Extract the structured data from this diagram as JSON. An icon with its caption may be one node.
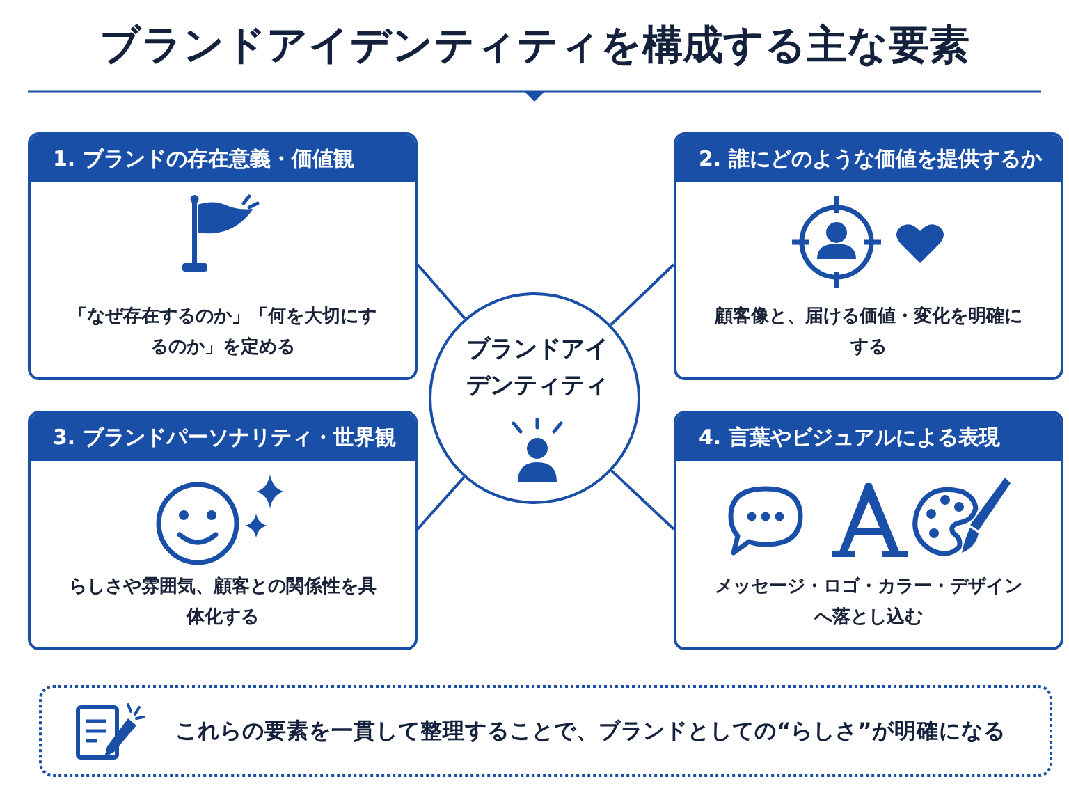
{
  "diagram": {
    "title": "ブランドアイデンティティを構成する主な要素",
    "nodes": [
      {
        "text": [
          "ブランドアイデンティティ"
        ]
      },
      {
        "text": [
          "1. ブランドの存在意義・価値観",
          "「なぜ存在するのか」「何を大切にするのか」を定める"
        ]
      },
      {
        "text": [
          "2. 誰にどのような価値を提供するか",
          "顧客像と、届ける価値・変化を明確にする"
        ]
      },
      {
        "text": [
          "3. ブランドパーソナリティ・世界観",
          "らしさや雰囲気、顧客との関係性を具体化する"
        ]
      },
      {
        "text": [
          "4. 言葉やビジュアルによる表現",
          "メッセージ・ロゴ・カラー・デザインへ落とし込む"
        ]
      },
      {
        "text": [
          "これらの要素を一貫して整理することで、ブランドとしての“らしさ”が明確になる"
        ]
      }
    ],
    "edges": [
      {
        "from": 0,
        "to": 1,
        "arrow": "none"
      },
      {
        "from": 0,
        "to": 2,
        "arrow": "none"
      },
      {
        "from": 0,
        "to": 3,
        "arrow": "none"
      },
      {
        "from": 0,
        "to": 4,
        "arrow": "none"
      }
    ]
  }
}
